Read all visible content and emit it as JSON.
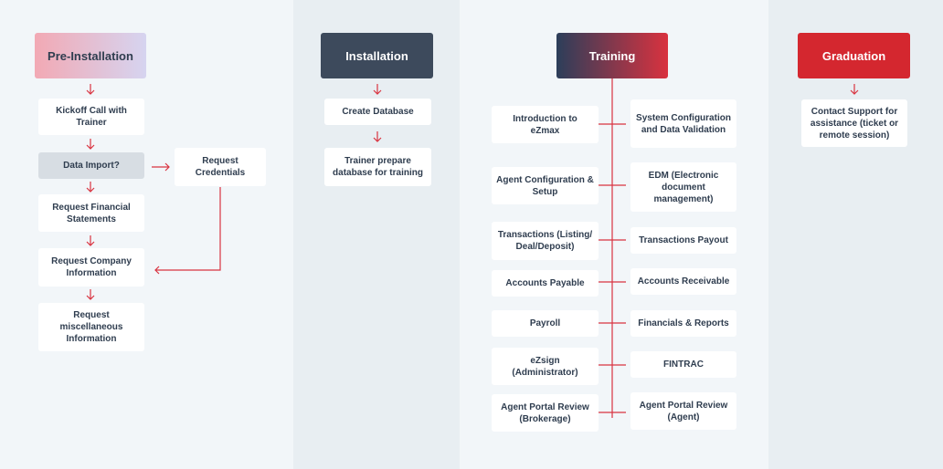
{
  "columns": {
    "pre_installation": {
      "title": "Pre-Installation",
      "steps": [
        "Kickoff Call with Trainer",
        "Data Import?",
        "Request Financial Statements",
        "Request Company Information",
        "Request miscellaneous Information"
      ],
      "side_step": "Request Credentials"
    },
    "installation": {
      "title": "Installation",
      "steps": [
        "Create Database",
        "Trainer prepare database for training"
      ]
    },
    "training": {
      "title": "Training",
      "left": [
        "Introduction to eZmax",
        "Agent Configuration & Setup",
        "Transactions (Listing/ Deal/Deposit)",
        "Accounts Payable",
        "Payroll",
        "eZsign (Administrator)",
        "Agent Portal Review (Brokerage)"
      ],
      "right": [
        "System Configuration and Data Validation",
        "EDM (Electronic document management)",
        "Transactions Payout",
        "Accounts Receivable",
        "Financials & Reports",
        "FINTRAC",
        "Agent Portal Review (Agent)"
      ]
    },
    "graduation": {
      "title": "Graduation",
      "steps": [
        "Contact Support for assistance (ticket or remote session)"
      ]
    }
  },
  "colors": {
    "arrow": "#d93340",
    "pre_header": [
      "#f2a9b4",
      "#d6d4f0"
    ],
    "install_header": "#3d4a5c",
    "training_header": [
      "#2c3e5a",
      "#d9323f"
    ],
    "graduation_header": "#d4272f"
  }
}
